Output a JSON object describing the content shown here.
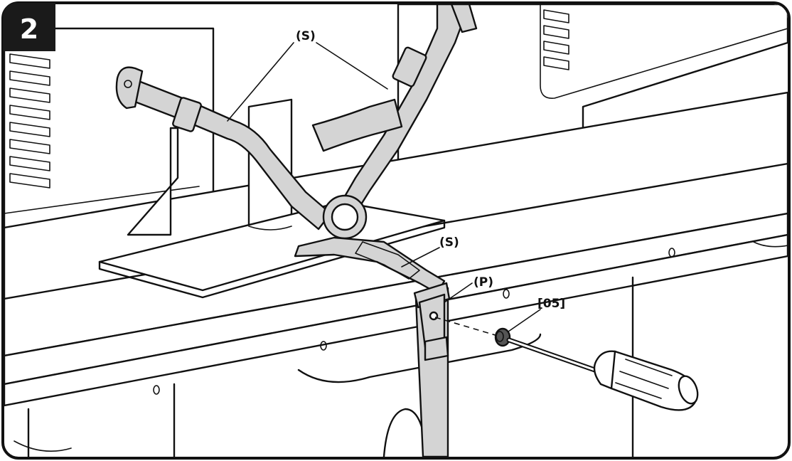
{
  "step_number": "2",
  "labels": {
    "strap_top": "(S)",
    "strap_mid": "(S)",
    "plate": "(P)",
    "screw": "[05]"
  },
  "colors": {
    "strap": "#d4d4d4",
    "ink": "#111111",
    "badge": "#1a1a1a",
    "background": "#ffffff"
  }
}
